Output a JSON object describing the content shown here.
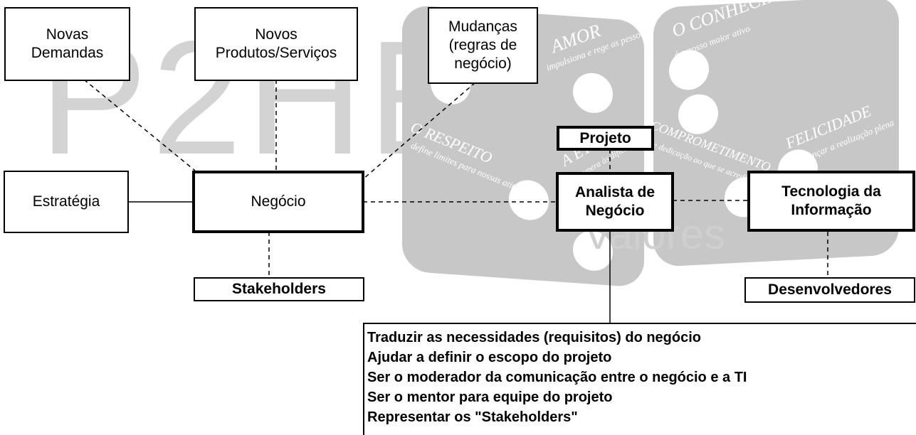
{
  "watermark": {
    "brand": "P2HE",
    "subtitle": "Valores",
    "die_left": [
      "AMOR",
      "impulsiona e rege as pessoas",
      "O RESPEITO",
      "define limites para nossas atitudes",
      "A ÉTICA",
      "nos supera às dificuldades"
    ],
    "die_right": [
      "O CONHECIMENTO",
      "é o nosso maior ativo",
      "COMPROMETIMENTO",
      "e dedicação ao que se acredita",
      "FELICIDADE",
      "e alcançar a realização plena"
    ]
  },
  "nodes": {
    "novas_demandas": "Novas\nDemandas",
    "novos_produtos": "Novos\nProdutos/Serviços",
    "mudancas": "Mudanças\n(regras de\nnegócio)",
    "estrategia": "Estratégia",
    "negocio": "Negócio",
    "stakeholders": "Stakeholders",
    "projeto": "Projeto",
    "analista": "Analista de\nNegócio",
    "ti": "Tecnologia da\nInformação",
    "desenvolvedores": "Desenvolvedores"
  },
  "responsibilities": [
    "Traduzir as necessidades (requisitos) do negócio",
    "Ajudar a definir o escopo do projeto",
    "Ser o moderador da comunicação entre o negócio e a TI",
    "Ser o mentor para equipe do projeto",
    "Representar os \"Stakeholders\""
  ]
}
